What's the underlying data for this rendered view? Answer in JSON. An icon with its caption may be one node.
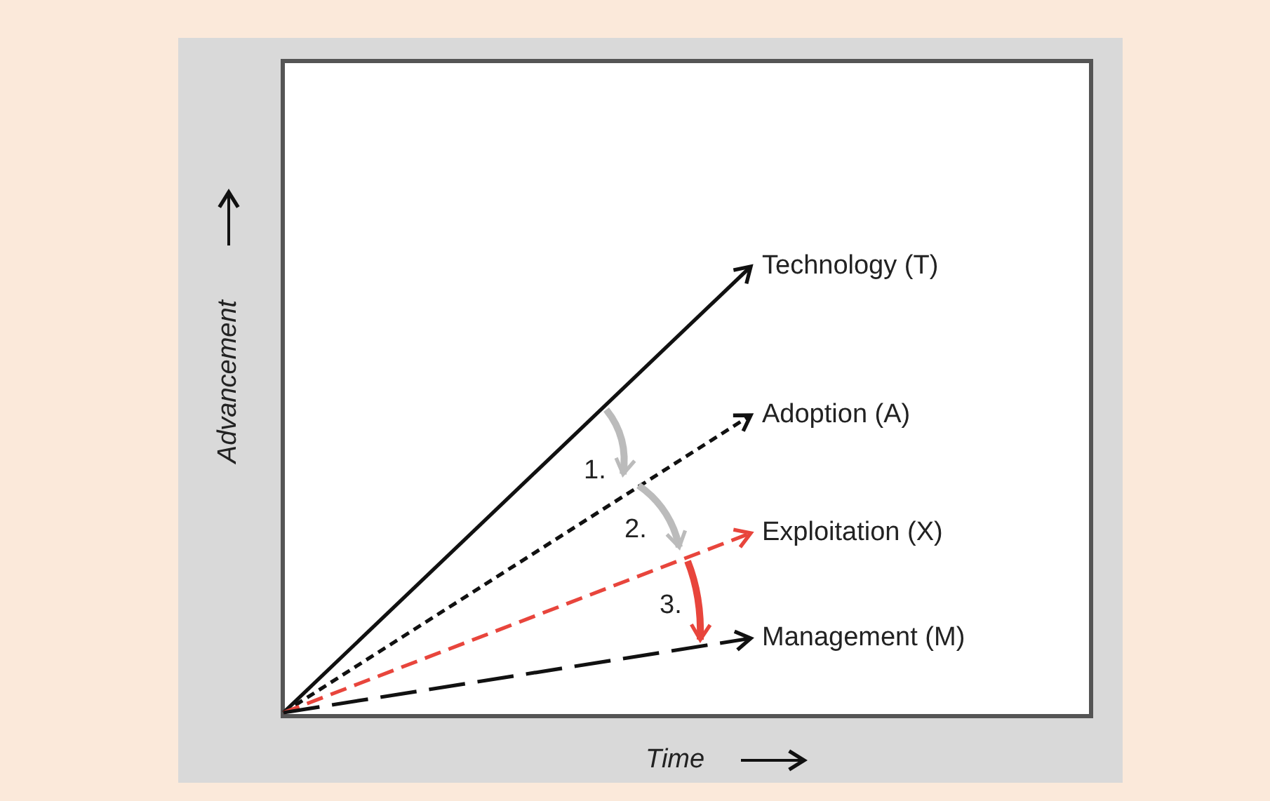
{
  "diagram": {
    "nodes": [
      {
        "text": [
          "Technology (T)"
        ]
      },
      {
        "text": [
          "Adoption (A)"
        ]
      },
      {
        "text": [
          "Exploitation (X)"
        ]
      },
      {
        "text": [
          "Management (M)"
        ]
      }
    ],
    "edges": [
      {
        "from": null,
        "to": 0,
        "arrow": "to"
      },
      {
        "from": null,
        "to": 1,
        "arrow": "to",
        "style": "dashed"
      },
      {
        "from": null,
        "to": 2,
        "arrow": "to",
        "style": "dashed",
        "color": "#e8453c"
      },
      {
        "from": null,
        "to": 3,
        "arrow": "to",
        "style": "dashed"
      }
    ],
    "labels": [
      "Advancement",
      "1.",
      "2.",
      "3.",
      "Time"
    ]
  }
}
